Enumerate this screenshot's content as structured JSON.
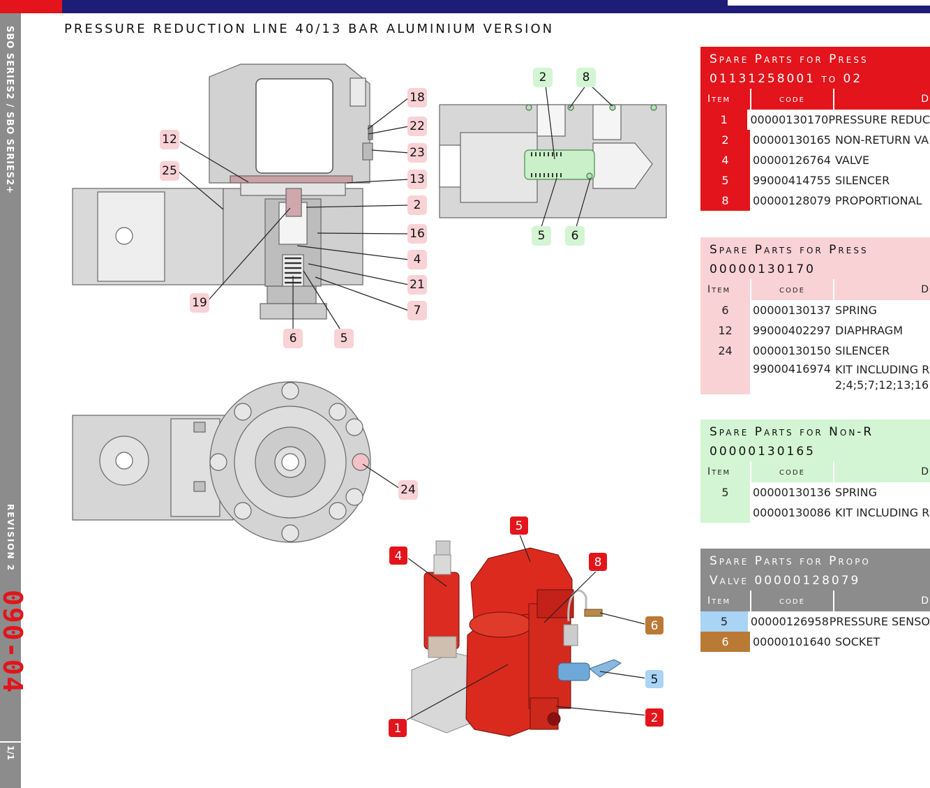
{
  "sidebar": {
    "series": "SBO SERIES2 / SBO SERIES2+",
    "revision": "REVISION 2",
    "page_code": "090-04",
    "page_num": "1/1"
  },
  "title": "PRESSURE REDUCTION LINE 40/13 BAR ALUMINIUM VERSION",
  "colors": {
    "red": "#e3141b",
    "navy": "#1d1d78",
    "grey": "#8c8c8c",
    "pink": "#f9d2d6",
    "green": "#d3f5d3",
    "blue": "#a9d4f5",
    "brown": "#b97a35"
  },
  "callouts": {
    "section_view": [
      "18",
      "22",
      "23",
      "13",
      "2",
      "16",
      "4",
      "21",
      "7",
      "5",
      "6",
      "19",
      "12",
      "25"
    ],
    "valve_detail": [
      "2",
      "8",
      "5",
      "6"
    ],
    "top_view": [
      "24"
    ],
    "photo": [
      "5",
      "4",
      "8",
      "6",
      "5",
      "2",
      "1"
    ]
  },
  "tables": [
    {
      "head1": "Spare Parts for Press",
      "head2": "01131258001 to 02",
      "cols": [
        "Item",
        "code",
        "D"
      ],
      "rows": [
        {
          "item": "1",
          "code": "00000130170",
          "desc": "PRESSURE REDUC"
        },
        {
          "item": "2",
          "code": "00000130165",
          "desc": "NON-RETURN VA"
        },
        {
          "item": "4",
          "code": "00000126764",
          "desc": "VALVE"
        },
        {
          "item": "5",
          "code": "99000414755",
          "desc": "SILENCER"
        },
        {
          "item": "8",
          "code": "00000128079",
          "desc": "PROPORTIONAL"
        }
      ]
    },
    {
      "head1": "Spare Parts for Press",
      "head2": "00000130170",
      "cols": [
        "Item",
        "code",
        "D"
      ],
      "rows": [
        {
          "item": "6",
          "code": "00000130137",
          "desc": "SPRING"
        },
        {
          "item": "12",
          "code": "99000402297",
          "desc": "DIAPHRAGM"
        },
        {
          "item": "24",
          "code": "00000130150",
          "desc": "SILENCER"
        },
        {
          "item": "",
          "code": "99000416974",
          "desc": "KIT INCLUDING R",
          "desc2": "2;4;5;7;12;13;16"
        }
      ]
    },
    {
      "head1": "Spare Parts for Non-R",
      "head2": "00000130165",
      "cols": [
        "Item",
        "code",
        "D"
      ],
      "rows": [
        {
          "item": "5",
          "code": "00000130136",
          "desc": "SPRING"
        },
        {
          "item": "",
          "code": "00000130086",
          "desc": "KIT INCLUDING R"
        }
      ]
    },
    {
      "head1": "Spare Parts for Propo",
      "head2": "Valve 00000128079",
      "cols": [
        "Item",
        "code",
        "D"
      ],
      "rows": [
        {
          "item": "5",
          "code": "00000126958",
          "desc": "PRESSURE SENSO"
        },
        {
          "item": "6",
          "code": "00000101640",
          "desc": "SOCKET"
        }
      ]
    }
  ]
}
